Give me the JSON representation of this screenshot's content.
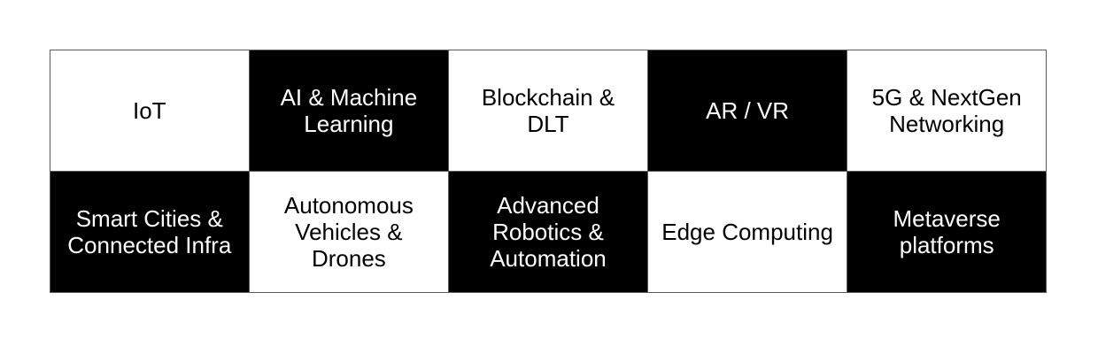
{
  "colors": {
    "page_bg": "#ffffff",
    "border": "#5a5a5a",
    "dark_bg": "#000000",
    "dark_text": "#ffffff",
    "light_bg": "#ffffff",
    "light_text": "#000000"
  },
  "grid": {
    "rows": 2,
    "columns": 5,
    "cells": [
      {
        "row": 1,
        "col": 1,
        "variant": "light",
        "label": "IoT"
      },
      {
        "row": 1,
        "col": 2,
        "variant": "dark",
        "label": "AI & Machine\nLearning"
      },
      {
        "row": 1,
        "col": 3,
        "variant": "light",
        "label": "Blockchain &\nDLT"
      },
      {
        "row": 1,
        "col": 4,
        "variant": "dark",
        "label": "AR / VR"
      },
      {
        "row": 1,
        "col": 5,
        "variant": "light",
        "label": "5G & NextGen\nNetworking"
      },
      {
        "row": 2,
        "col": 1,
        "variant": "dark",
        "label": "Smart Cities &\nConnected Infra"
      },
      {
        "row": 2,
        "col": 2,
        "variant": "light",
        "label": "Autonomous\nVehicles &\nDrones"
      },
      {
        "row": 2,
        "col": 3,
        "variant": "dark",
        "label": "Advanced\nRobotics &\nAutomation"
      },
      {
        "row": 2,
        "col": 4,
        "variant": "light",
        "label": "Edge Computing"
      },
      {
        "row": 2,
        "col": 5,
        "variant": "dark",
        "label": "Metaverse\nplatforms"
      }
    ]
  }
}
